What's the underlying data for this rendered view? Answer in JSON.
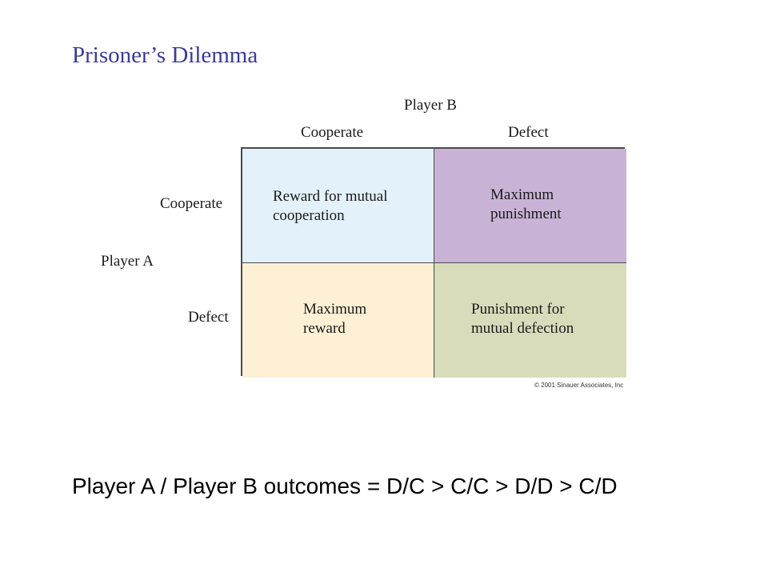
{
  "title": "Prisoner’s Dilemma",
  "matrix": {
    "player_b_label": "Player B",
    "player_a_label": "Player A",
    "columns": [
      "Cooperate",
      "Defect"
    ],
    "rows": [
      "Cooperate",
      "Defect"
    ],
    "cells": {
      "cooperate_cooperate": "Reward for mutual\ncooperation",
      "cooperate_defect": "Maximum\npunishment",
      "defect_cooperate": "Maximum\nreward",
      "defect_defect": "Punishment for\nmutual defection"
    },
    "colors": {
      "cooperate_cooperate": "#e3f1fb",
      "cooperate_defect": "#c8b3d6",
      "defect_cooperate": "#fdf0d5",
      "defect_defect": "#d9dcba"
    }
  },
  "copyright": "© 2001 Sinauer Associates, Inc",
  "outcomes": "Player A / Player B outcomes =  D/C > C/C > D/D > C/D"
}
